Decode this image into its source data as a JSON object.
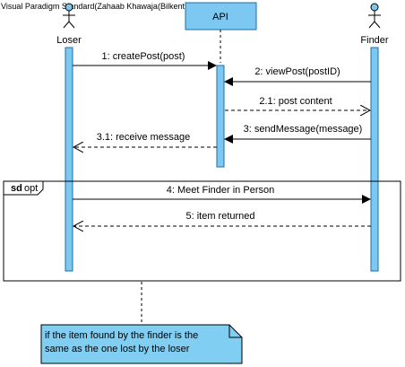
{
  "watermark": "Visual Paradigm Standard(Zahaab Khawaja(Bilkent Univ.))",
  "participants": [
    {
      "name": "Loser",
      "kind": "actor"
    },
    {
      "name": "API",
      "kind": "object"
    },
    {
      "name": "Finder",
      "kind": "actor"
    }
  ],
  "messages": [
    {
      "label": "1: createPost(post)"
    },
    {
      "label": "2: viewPost(postID)"
    },
    {
      "label": "2.1: post content"
    },
    {
      "label": "3: sendMessage(message)"
    },
    {
      "label": "3.1: receive message"
    },
    {
      "label": "4: Meet Finder in Person"
    },
    {
      "label": "5: item returned"
    }
  ],
  "fragment": {
    "keyword": "sd",
    "operator": "opt"
  },
  "note": {
    "line1": "if the item found by the finder is the",
    "line2": "same as the one lost by the loser"
  },
  "colors": {
    "lifeline_fill": "#7cc8f2",
    "lifeline_stroke": "#1c6fa3",
    "api_fill": "#7cc8f2",
    "note_fill": "#80cef2"
  }
}
